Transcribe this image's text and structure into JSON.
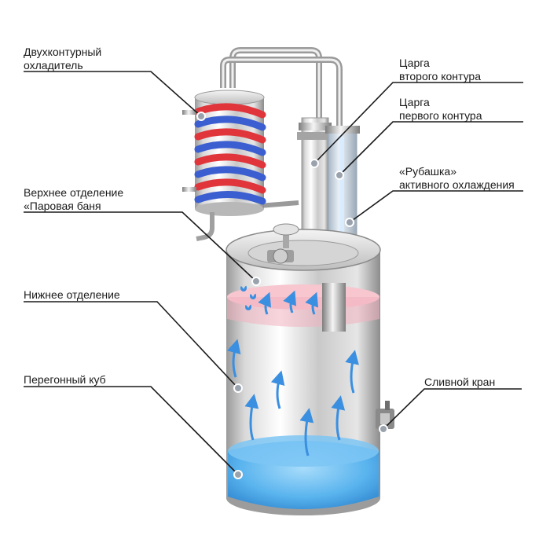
{
  "labels": {
    "double_cooler": [
      "Двухконтурный",
      "охладитель"
    ],
    "second_column": [
      "Царга",
      "второго контура"
    ],
    "first_column": [
      "Царга",
      "первого контура"
    ],
    "jacket": [
      "«Рубашка»",
      "активного охлаждения"
    ],
    "upper_section": [
      "Верхнее отделение",
      "«Паровая баня"
    ],
    "lower_section": [
      "Нижнее отделение"
    ],
    "still_pot": [
      "Перегонный куб"
    ],
    "drain_tap": [
      "Сливной кран"
    ]
  },
  "colors": {
    "steel_light": "#f2f2f2",
    "steel_dark": "#8a8a8a",
    "water": "#5ab4ee",
    "steam_bath": "#f7c6cf",
    "coil_hot": "#e0353b",
    "coil_cold": "#3b5fd0",
    "arrow": "#3b8fe0",
    "leader": "#1a1a1a"
  }
}
